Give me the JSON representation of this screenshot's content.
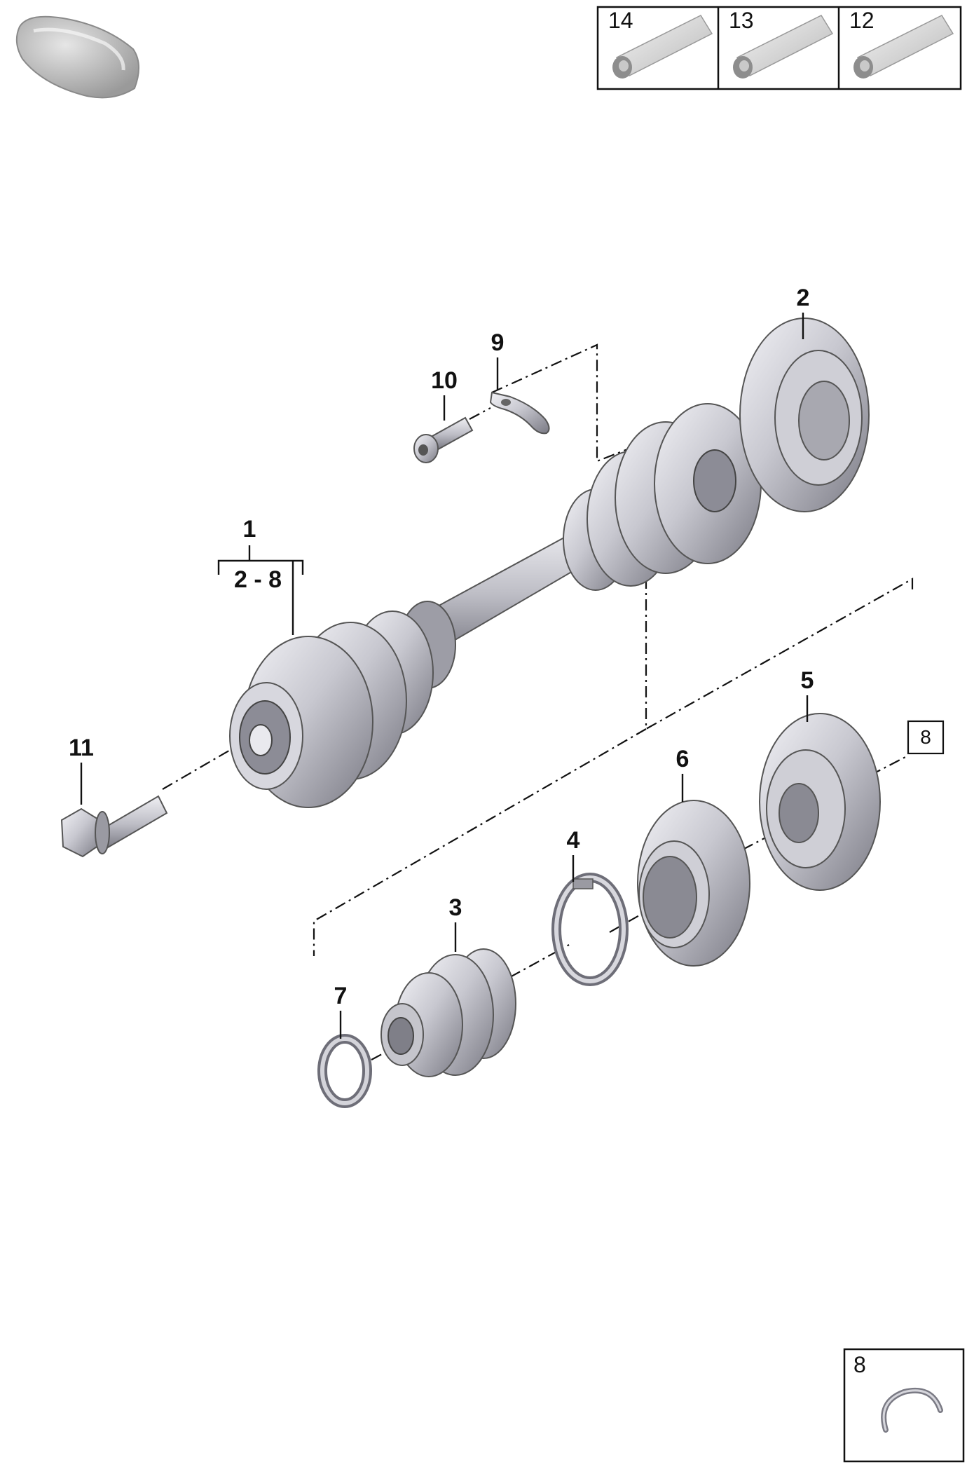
{
  "header": {
    "tubes": [
      {
        "number": "14",
        "icon": "grease-tube-icon"
      },
      {
        "number": "13",
        "icon": "grease-tube-icon"
      },
      {
        "number": "12",
        "icon": "grease-tube-icon"
      }
    ]
  },
  "callouts": {
    "c1": "1",
    "c1_range": "2 - 8",
    "c2": "2",
    "c3": "3",
    "c4": "4",
    "c5": "5",
    "c6": "6",
    "c7": "7",
    "c9": "9",
    "c10": "10",
    "c11": "11",
    "c8_ref": "8"
  },
  "detail_box": {
    "number": "8",
    "icon": "circlip-icon"
  },
  "colors": {
    "line": "#111111",
    "part_light": "#e4e4ea",
    "part_mid": "#b4b4bc",
    "part_dark": "#6e6e78"
  }
}
